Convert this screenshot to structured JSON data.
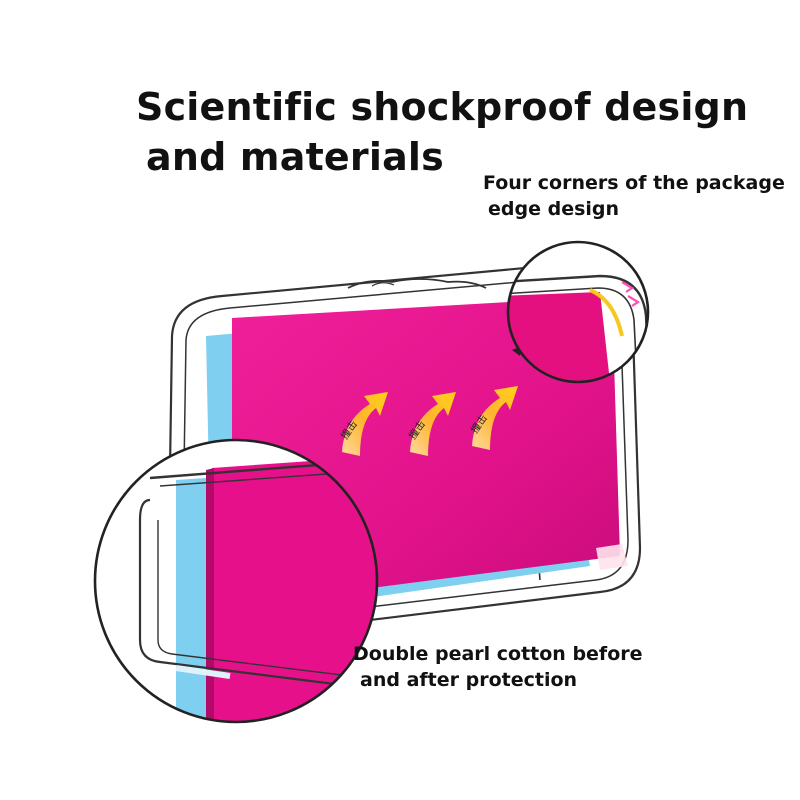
{
  "headline": {
    "line1": "Scientific shockproof design",
    "line2": "and materials"
  },
  "corner_callout": {
    "line1": "Four corners of the package",
    "line2": "edge design"
  },
  "pearl_callout": {
    "line1": "Double pearl cotton before",
    "line2": "and after protection"
  },
  "impact_arrows": [
    {
      "label": "撞击"
    },
    {
      "label": "撞击"
    },
    {
      "label": "撞击"
    }
  ],
  "colors": {
    "laptop_magenta": "#e8168f",
    "foam_blue": "#7fd0f0",
    "arrow_yellow": "#f7c81e",
    "corner_mark_pink": "#ff4fb6",
    "outline_gray": "#333333"
  }
}
